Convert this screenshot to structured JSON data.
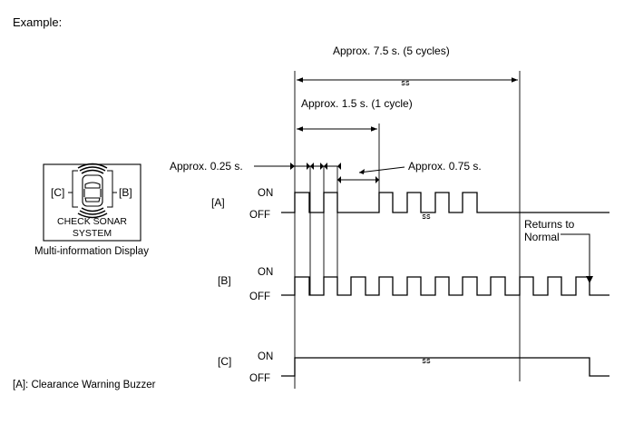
{
  "heading": "Example:",
  "display": {
    "check_line1": "CHECK SONAR",
    "check_line2": "SYSTEM",
    "left_tag": "[C]",
    "right_tag": "[B]",
    "caption": "Multi-information Display"
  },
  "timing": {
    "total": "Approx. 7.5 s. (5 cycles)",
    "cycle": "Approx. 1.5 s. (1 cycle)",
    "on_time": "Approx. 0.25 s.",
    "off_time": "Approx. 0.75 s.",
    "returns_line1": "Returns to",
    "returns_line2": "Normal"
  },
  "channels": [
    {
      "tag": "[A]",
      "on": "ON",
      "off": "OFF"
    },
    {
      "tag": "[B]",
      "on": "ON",
      "off": "OFF"
    },
    {
      "tag": "[C]",
      "on": "ON",
      "off": "OFF"
    }
  ],
  "footnote": "[A]: Clearance Warning Buzzer"
}
